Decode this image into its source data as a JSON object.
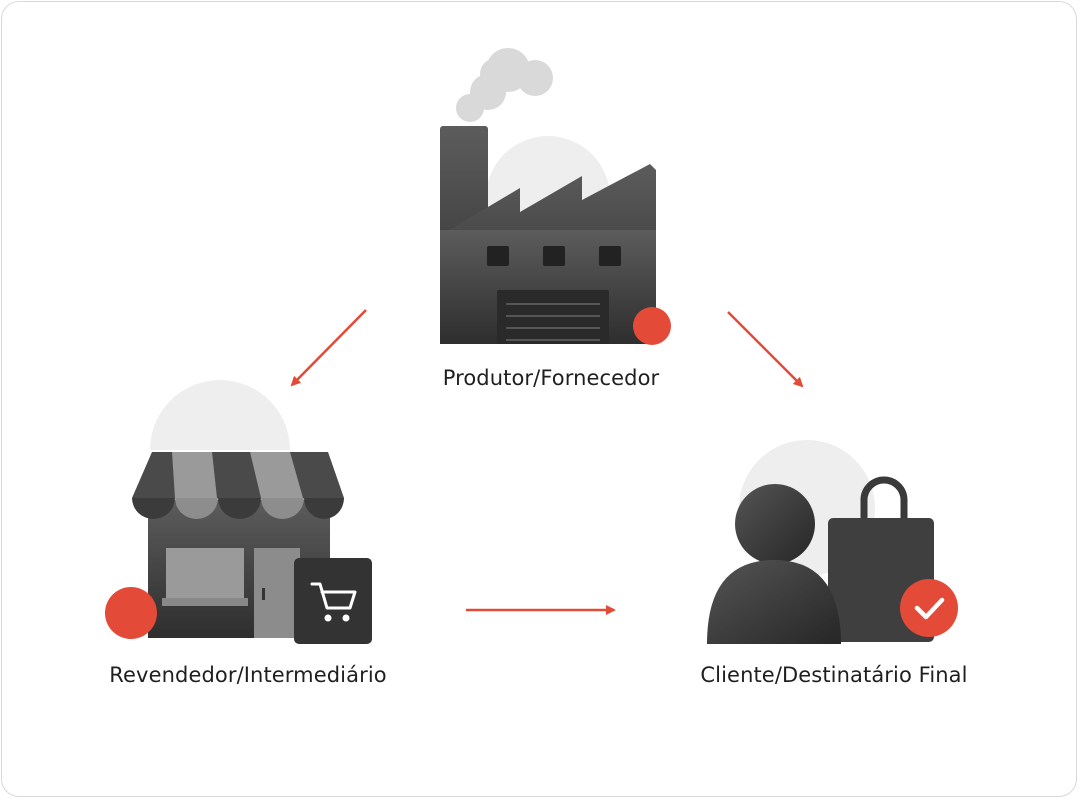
{
  "nodes": {
    "producer": {
      "label": "Produtor/Fornecedor"
    },
    "reseller": {
      "label": "Revendedor/Intermediário"
    },
    "customer": {
      "label": "Cliente/Destinatário Final"
    }
  },
  "colors": {
    "accent": "#e34a37",
    "dark": "#3a3a3a",
    "mid": "#5a5a5a",
    "light": "#eeeeee",
    "border": "#d9d9d9"
  }
}
